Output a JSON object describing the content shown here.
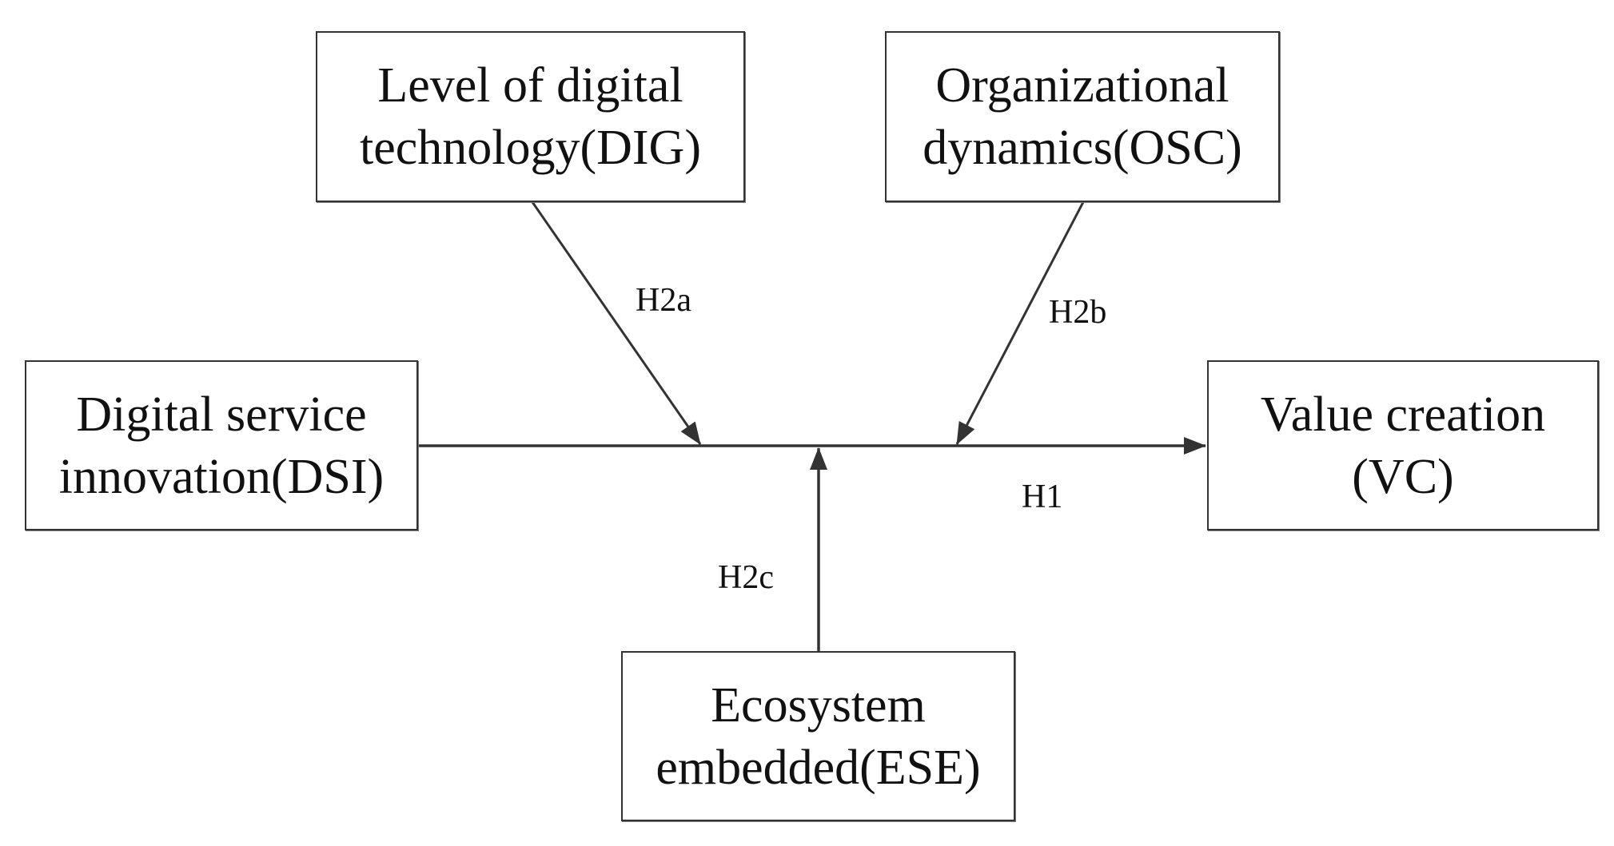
{
  "nodes": {
    "dig": {
      "line1": "Level of digital",
      "line2": "technology(DIG)"
    },
    "osc": {
      "line1": "Organizational",
      "line2": "dynamics(OSC)"
    },
    "dsi": {
      "line1": "Digital service",
      "line2": "innovation(DSI)"
    },
    "vc": {
      "line1": "Value creation",
      "line2": "(VC)"
    },
    "ese": {
      "line1": "Ecosystem",
      "line2": "embedded(ESE)"
    }
  },
  "edges": {
    "h1": "H1",
    "h2a": "H2a",
    "h2b": "H2b",
    "h2c": "H2c"
  },
  "colors": {
    "line": "#333333",
    "border": "#333333",
    "text": "#111111"
  }
}
